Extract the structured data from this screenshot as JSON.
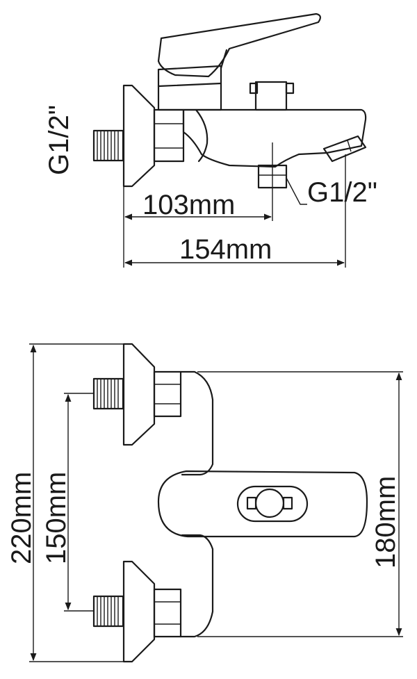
{
  "top_view": {
    "thread_left": "G1/2\"",
    "thread_right": "G1/2\"",
    "dim_spout_offset": "103mm",
    "dim_overall_depth": "154mm"
  },
  "front_view": {
    "dim_overall_width": "220mm",
    "dim_inlet_spacing": "150mm",
    "dim_body_width": "180mm"
  },
  "colors": {
    "line": "#1a1a1a",
    "background": "#ffffff"
  }
}
